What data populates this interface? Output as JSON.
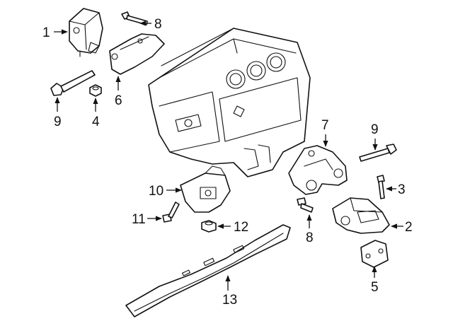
{
  "callouts": {
    "c1": "1",
    "c2": "2",
    "c3": "3",
    "c4": "4",
    "c5": "5",
    "c6": "6",
    "c7": "7",
    "c8a": "8",
    "c8b": "8",
    "c9a": "9",
    "c9b": "9",
    "c10": "10",
    "c11": "11",
    "c12": "12",
    "c13": "13"
  },
  "colors": {
    "line": "#111111",
    "background": "#ffffff"
  }
}
